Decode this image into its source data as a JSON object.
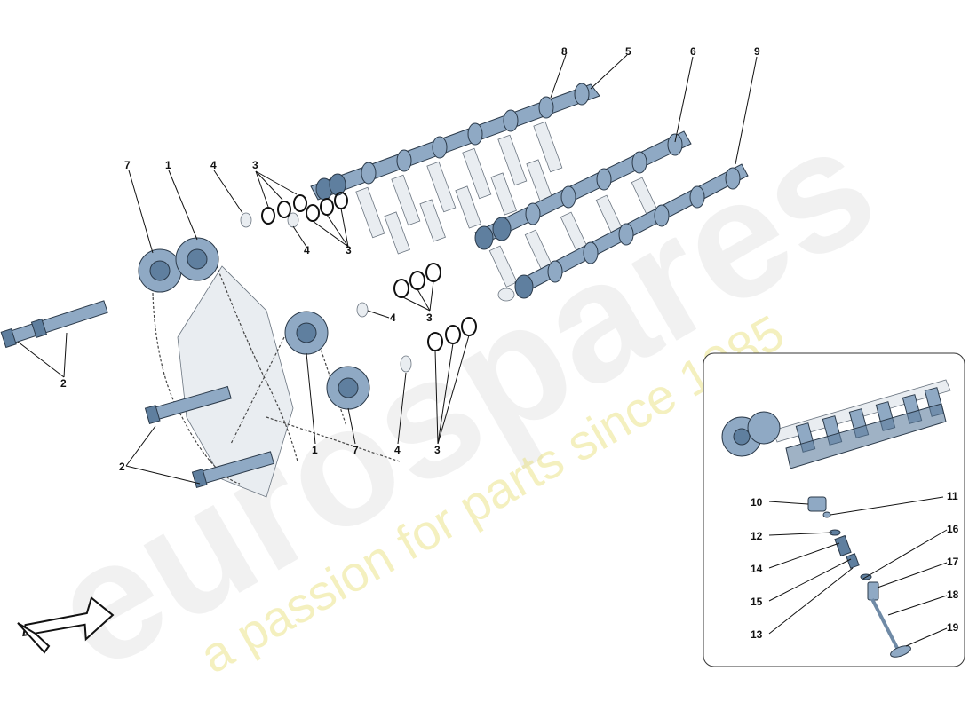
{
  "watermark": {
    "brand": "eurospares",
    "tagline": "a passion for parts since 1985"
  },
  "callouts": {
    "c8": "8",
    "c5": "5",
    "c6": "6",
    "c9": "9",
    "c7a": "7",
    "c1a": "1",
    "c4a": "4",
    "c3a": "3",
    "c4b": "4",
    "c3b": "3",
    "c4c": "4",
    "c3c": "3",
    "c2a": "2",
    "c2b": "2",
    "c1b": "1",
    "c7b": "7",
    "c4d": "4",
    "c3d": "3",
    "c10": "10",
    "c11": "11",
    "c12": "12",
    "c16": "16",
    "c14": "14",
    "c17": "17",
    "c15": "15",
    "c18": "18",
    "c13": "13",
    "c19": "19"
  },
  "colors": {
    "part_fill": "#8fa9c4",
    "part_dark": "#5f7f9f",
    "outline": "#2b3a4a",
    "watermark_grey": "#d8d8d8",
    "watermark_yellow": "#e6dd72"
  },
  "icons": {
    "direction_arrow": "front-direction-arrow-icon"
  }
}
